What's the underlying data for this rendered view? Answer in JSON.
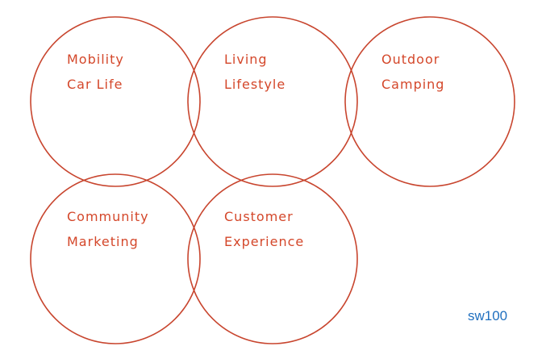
{
  "colors": {
    "circle": "#c8452e",
    "label": "#d4472a",
    "watermark": "#1f6fbf"
  },
  "circles": [
    {
      "id": "mobility",
      "lines": [
        "Mobility",
        "Car Life"
      ]
    },
    {
      "id": "living",
      "lines": [
        "Living",
        "Lifestyle"
      ]
    },
    {
      "id": "outdoor",
      "lines": [
        "Outdoor",
        "Camping"
      ]
    },
    {
      "id": "community",
      "lines": [
        "Community",
        "Marketing"
      ]
    },
    {
      "id": "customer",
      "lines": [
        "Customer",
        "Experience"
      ]
    }
  ],
  "watermark": "sw100"
}
